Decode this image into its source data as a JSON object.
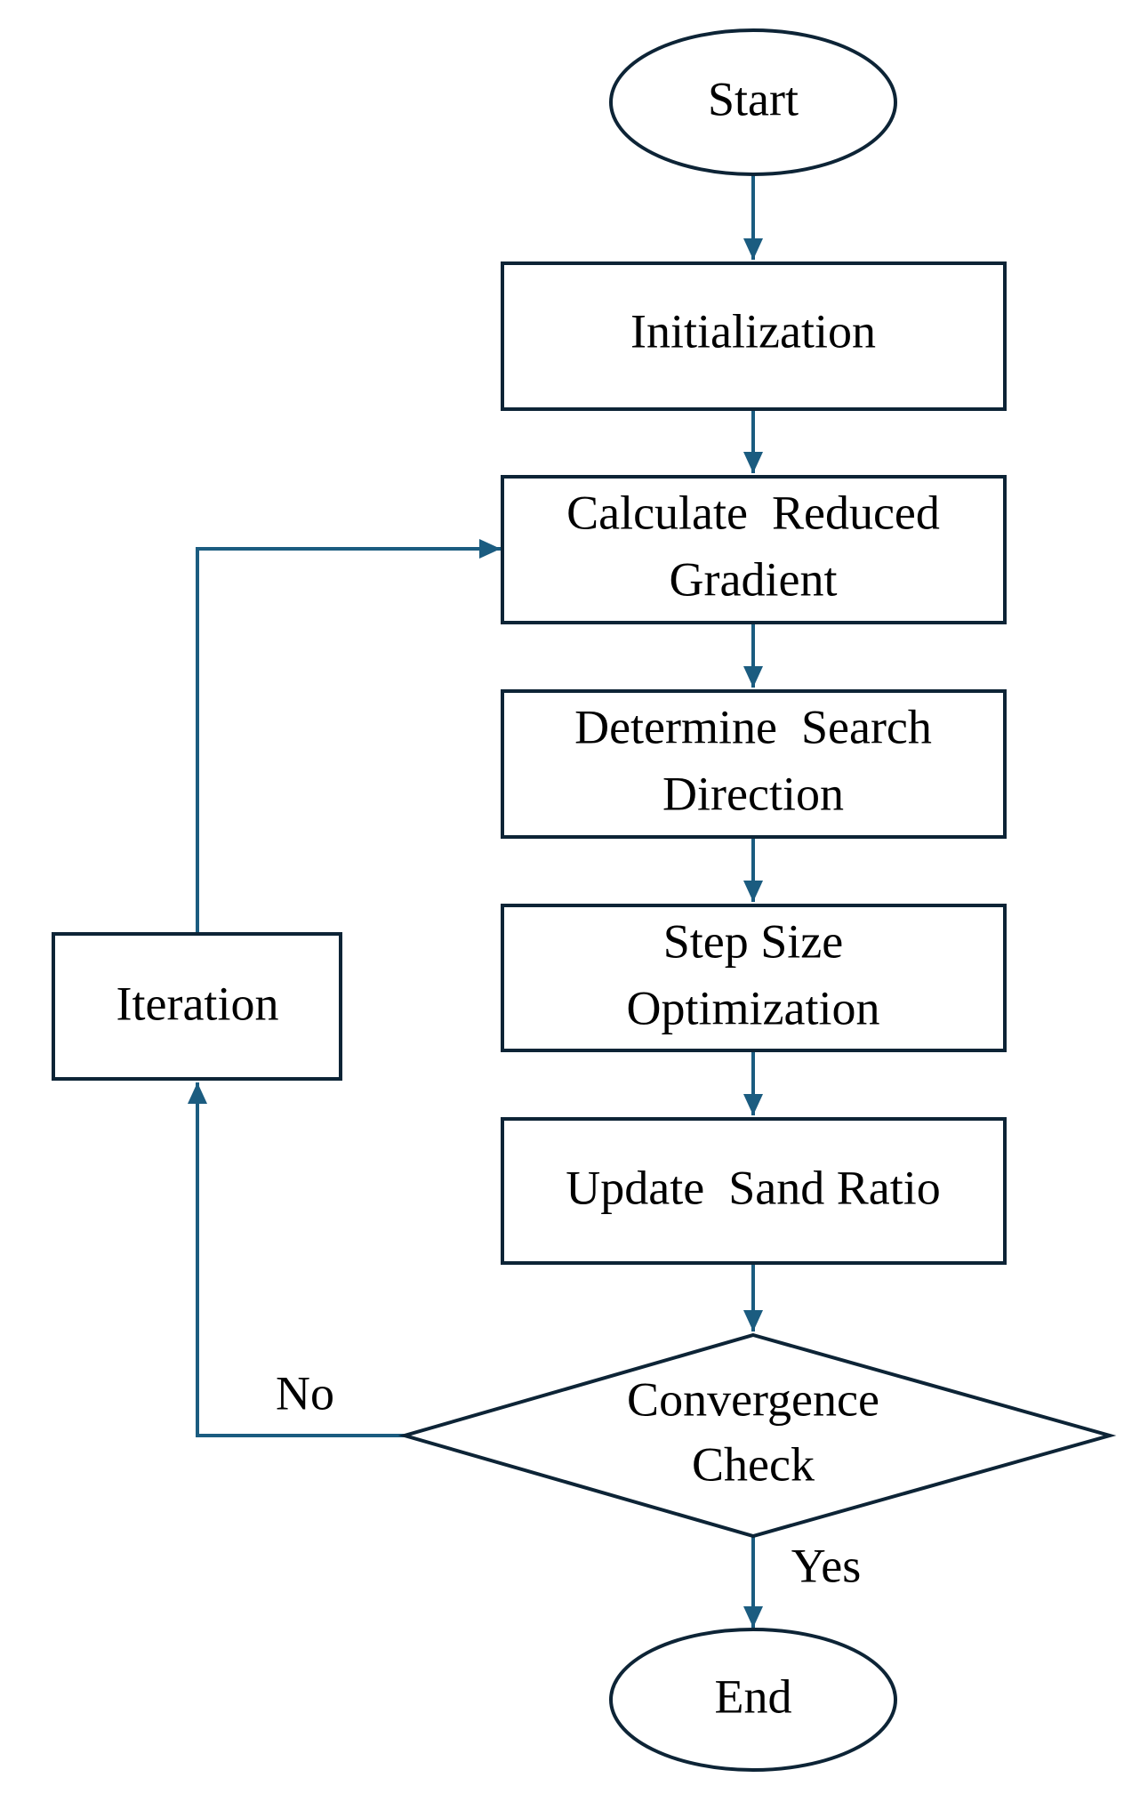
{
  "colors": {
    "shape_stroke": "#0d2436",
    "connector": "#1b5c80",
    "background": "#ffffff",
    "text": "#000000"
  },
  "nodes": {
    "start": "Start",
    "initialization": "Initialization",
    "reduced_gradient": [
      "Calculate  Reduced",
      "Gradient"
    ],
    "search_direction": [
      "Determine  Search",
      "Direction"
    ],
    "step_size": [
      "Step Size",
      "Optimization"
    ],
    "update_sand_ratio": "Update  Sand Ratio",
    "convergence_check": [
      "Convergence",
      "Check"
    ],
    "iteration": "Iteration",
    "end": "End"
  },
  "edge_labels": {
    "no": "No",
    "yes": "Yes"
  }
}
